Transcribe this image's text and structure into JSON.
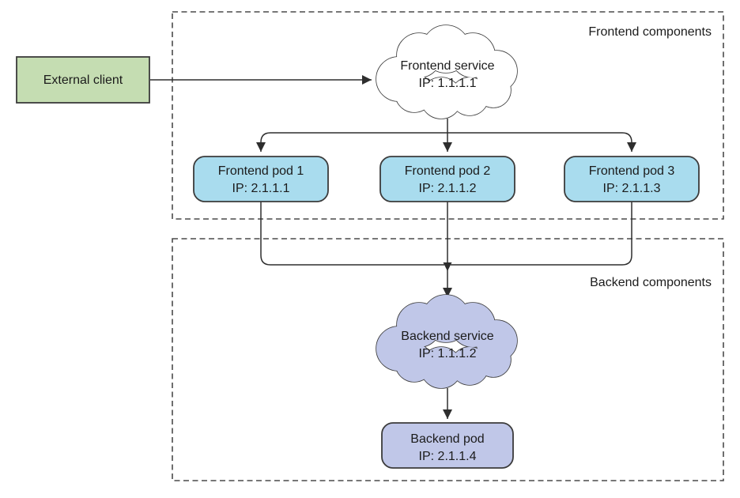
{
  "diagram": {
    "external_client": {
      "label": "External client"
    },
    "frontend": {
      "group_label": "Frontend components",
      "service": {
        "name": "Frontend service",
        "ip": "IP: 1.1.1.1"
      },
      "pods": [
        {
          "name": "Frontend pod 1",
          "ip": "IP: 2.1.1.1"
        },
        {
          "name": "Frontend pod 2",
          "ip": "IP: 2.1.1.2"
        },
        {
          "name": "Frontend pod 3",
          "ip": "IP: 2.1.1.3"
        }
      ]
    },
    "backend": {
      "group_label": "Backend components",
      "service": {
        "name": "Backend service",
        "ip": "IP: 1.1.1.2"
      },
      "pod": {
        "name": "Backend pod",
        "ip": "IP: 2.1.1.4"
      }
    },
    "colors": {
      "external_client_fill": "#c5ddb2",
      "frontend_service_fill": "#ffffff",
      "frontend_pod_fill": "#a9dcee",
      "backend_fill": "#c0c7e8",
      "line": "#2e2e2e"
    }
  }
}
